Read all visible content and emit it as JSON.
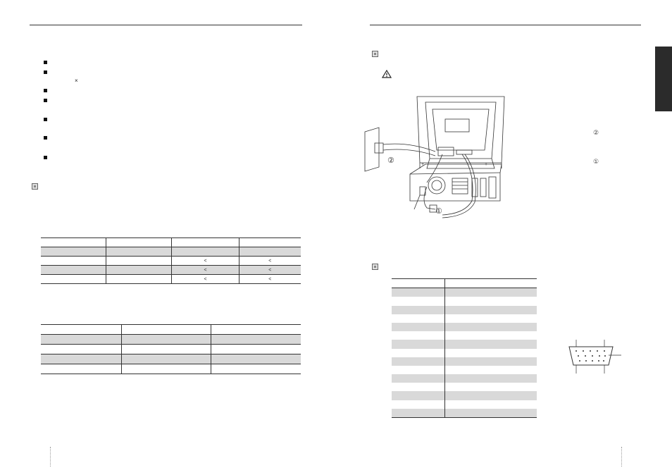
{
  "left_page": {
    "times_sign": "×",
    "table1": {
      "header": [
        "",
        "",
        "",
        ""
      ],
      "rows": [
        [
          "",
          "",
          "",
          ""
        ],
        [
          "",
          "",
          "<",
          "<"
        ],
        [
          "",
          "",
          "<",
          "<"
        ],
        [
          "",
          "",
          "<",
          "<"
        ]
      ]
    },
    "table2": {
      "header": [
        "",
        "",
        ""
      ],
      "rows": [
        [
          "",
          "",
          ""
        ],
        [
          "",
          "",
          ""
        ],
        [
          "",
          "",
          ""
        ],
        [
          "",
          "",
          ""
        ]
      ]
    }
  },
  "right_page": {
    "warning_icon": "warning-triangle-icon",
    "callout_2": "②",
    "callout_1": "①",
    "pin_table_rows": 15
  }
}
